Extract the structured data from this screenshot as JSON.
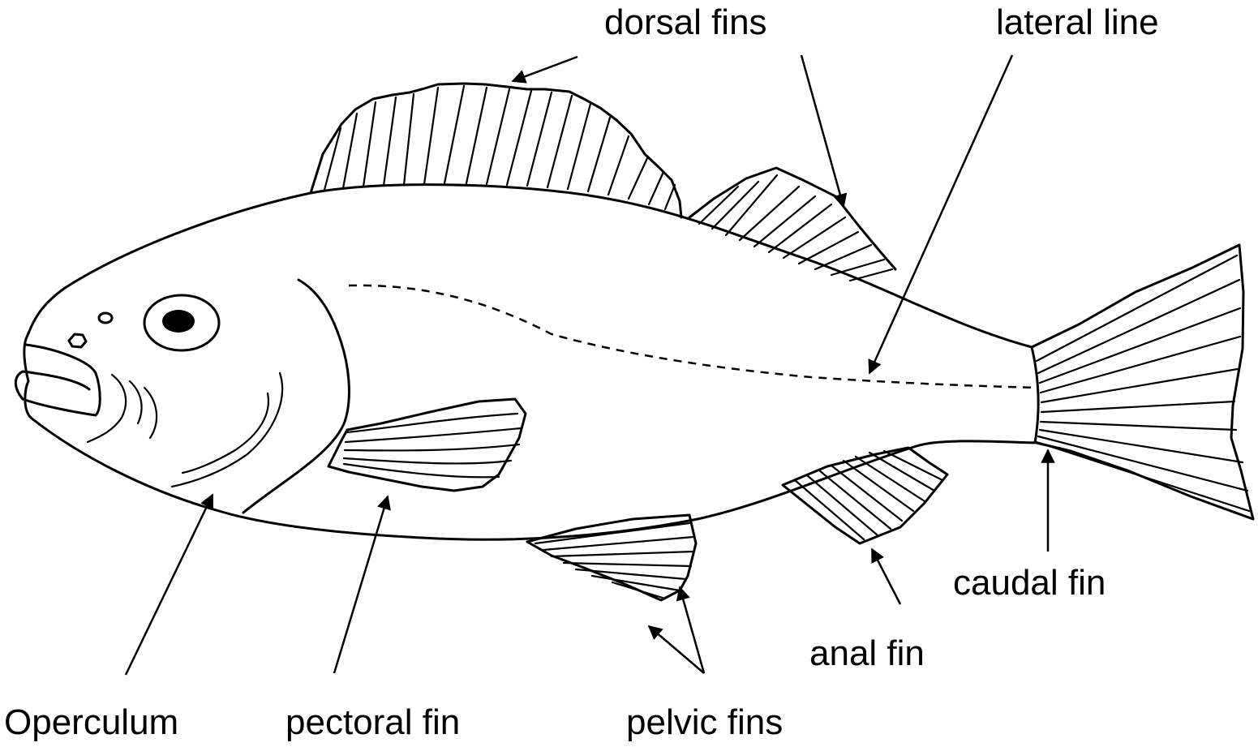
{
  "diagram": {
    "labels": {
      "dorsal_fins": "dorsal fins",
      "lateral_line": "lateral line",
      "caudal_fin": "caudal fin",
      "anal_fin": "anal fin",
      "pelvic_fins": "pelvic fins",
      "pectoral_fin": "pectoral fin",
      "operculum": "Operculum"
    }
  }
}
